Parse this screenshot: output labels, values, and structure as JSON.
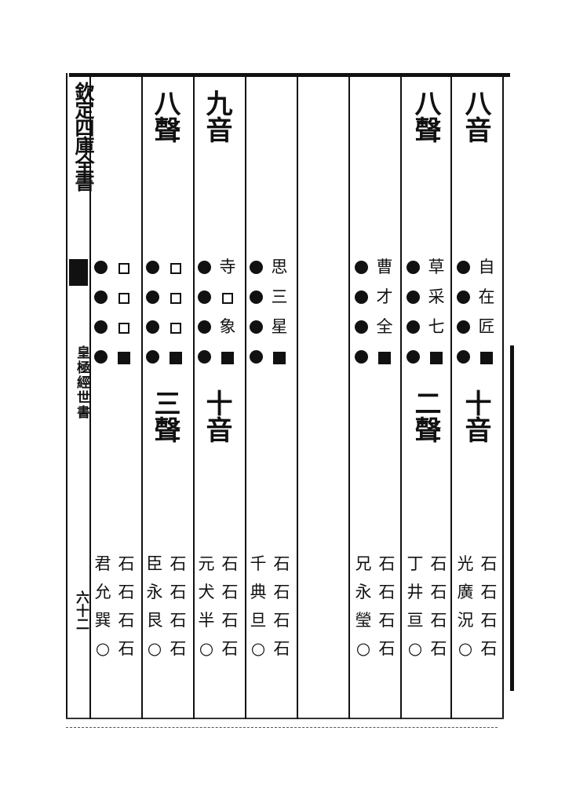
{
  "margin": {
    "title": "欽定四庫全書",
    "book": "皇極經世書",
    "page": "六十二"
  },
  "columns": [
    {
      "key": "c1",
      "heading_top": "八音",
      "heading_low": "十音",
      "upper": [
        "自",
        "在",
        "匠",
        "■"
      ],
      "lower": [
        [
          "光",
          "石"
        ],
        [
          "廣",
          "石"
        ],
        [
          "況",
          "石"
        ],
        [
          "○",
          "石"
        ]
      ]
    },
    {
      "key": "c2",
      "heading_top": "八聲",
      "heading_low": "二聲",
      "upper": [
        "草",
        "采",
        "七",
        "■"
      ],
      "lower": [
        [
          "丁",
          "石"
        ],
        [
          "井",
          "石"
        ],
        [
          "亘",
          "石"
        ],
        [
          "○",
          "石"
        ]
      ]
    },
    {
      "key": "c3",
      "heading_top": "",
      "heading_low": "",
      "upper": [
        "曹",
        "才",
        "全",
        "■"
      ],
      "lower": [
        [
          "兄",
          "石"
        ],
        [
          "永",
          "石"
        ],
        [
          "瑩",
          "石"
        ],
        [
          "○",
          "石"
        ]
      ]
    },
    {
      "key": "c4",
      "heading_top": "",
      "heading_low": "",
      "upper": [],
      "lower": []
    },
    {
      "key": "c5",
      "heading_top": "",
      "heading_low": "",
      "upper": [
        "思",
        "三",
        "星",
        "■"
      ],
      "lower": [
        [
          "千",
          "石"
        ],
        [
          "典",
          "石"
        ],
        [
          "旦",
          "石"
        ],
        [
          "○",
          "石"
        ]
      ]
    },
    {
      "key": "c6",
      "heading_top": "九音",
      "heading_low": "十音",
      "upper": [
        "寺",
        "□",
        "象",
        "■"
      ],
      "lower": [
        [
          "元",
          "石"
        ],
        [
          "犬",
          "石"
        ],
        [
          "半",
          "石"
        ],
        [
          "○",
          "石"
        ]
      ]
    },
    {
      "key": "c7",
      "heading_top": "八聲",
      "heading_low": "三聲",
      "upper": [
        "□",
        "□",
        "□",
        "■"
      ],
      "lower": [
        [
          "臣",
          "石"
        ],
        [
          "永",
          "石"
        ],
        [
          "艮",
          "石"
        ],
        [
          "○",
          "石"
        ]
      ]
    },
    {
      "key": "c8",
      "heading_top": "",
      "heading_low": "",
      "upper": [
        "□",
        "□",
        "□",
        "■"
      ],
      "lower": [
        [
          "君",
          "石"
        ],
        [
          "允",
          "石"
        ],
        [
          "巽",
          "石"
        ],
        [
          "○",
          "石"
        ]
      ]
    }
  ]
}
